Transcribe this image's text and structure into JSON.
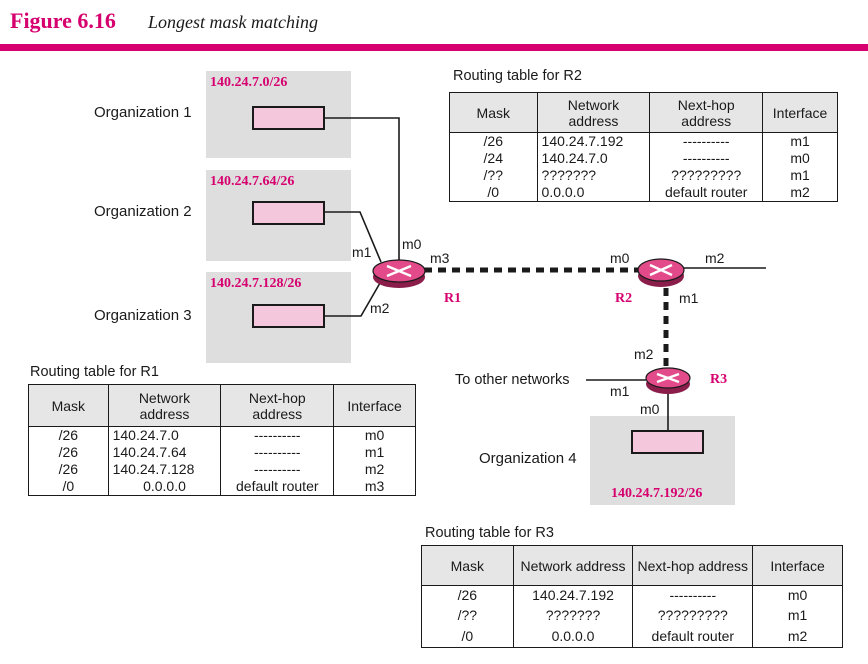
{
  "figure": {
    "number": "Figure 6.16",
    "title": "Longest mask matching"
  },
  "colors": {
    "accent": "#d6006f",
    "panel": "#dedede",
    "box_fill": "#f4c7dc",
    "router_fill": "#e24a8a"
  },
  "organizations": [
    {
      "name": "Organization 1",
      "network": "140.24.7.0/26"
    },
    {
      "name": "Organization 2",
      "network": "140.24.7.64/26"
    },
    {
      "name": "Organization 3",
      "network": "140.24.7.128/26"
    },
    {
      "name": "Organization 4",
      "network": "140.24.7.192/26"
    }
  ],
  "routers": {
    "r1": {
      "name": "R1",
      "interfaces": [
        "m0",
        "m1",
        "m2",
        "m3"
      ]
    },
    "r2": {
      "name": "R2",
      "interfaces": [
        "m0",
        "m1",
        "m2"
      ]
    },
    "r3": {
      "name": "R3",
      "interfaces": [
        "m0",
        "m1",
        "m2"
      ]
    }
  },
  "other_networks": "To other networks",
  "tables": {
    "r1": {
      "caption": "Routing table for R1",
      "headers": [
        "Mask",
        "Network address",
        "Next-hop address",
        "Interface"
      ],
      "rows": [
        [
          "/26",
          "140.24.7.0",
          "----------",
          "m0"
        ],
        [
          "/26",
          "140.24.7.64",
          "----------",
          "m1"
        ],
        [
          "/26",
          "140.24.7.128",
          "----------",
          "m2"
        ],
        [
          "/0",
          "0.0.0.0",
          "default router",
          "m3"
        ]
      ]
    },
    "r2": {
      "caption": "Routing table for R2",
      "headers": [
        "Mask",
        "Network address",
        "Next-hop address",
        "Interface"
      ],
      "rows": [
        [
          "/26",
          "140.24.7.192",
          "----------",
          "m1"
        ],
        [
          "/24",
          "140.24.7.0",
          "----------",
          "m0"
        ],
        [
          "/??",
          "???????",
          "?????????",
          "m1"
        ],
        [
          "/0",
          "0.0.0.0",
          "default router",
          "m2"
        ]
      ]
    },
    "r3": {
      "caption": "Routing table for R3",
      "headers": [
        "Mask",
        "Network address",
        "Next-hop address",
        "Interface"
      ],
      "rows": [
        [
          "/26",
          "140.24.7.192",
          "----------",
          "m0"
        ],
        [
          "/??",
          "???????",
          "?????????",
          "m1"
        ],
        [
          "/0",
          "0.0.0.0",
          "default router",
          "m2"
        ]
      ]
    }
  }
}
